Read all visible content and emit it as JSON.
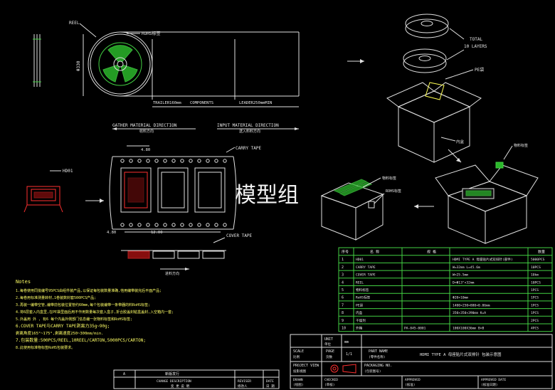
{
  "watermark": "模型组",
  "reel_view": {
    "reel_label": "REEL",
    "rohs_label": "ROHS标签",
    "diameter_label": "Φ330",
    "trailer": "TRAILER160mm",
    "components": "COMPONENTS",
    "leader": "LEADER250mmMIN"
  },
  "directions": {
    "gather": "GATHER MATERIAL DIRECTION",
    "gather_cn": "收料方向",
    "input": "INPUT MATERIAL DIRECTION",
    "input_cn": "送入料料方向"
  },
  "tape_view": {
    "carry_tape": "CARRY TAPE",
    "cover_tape": "COVER TAPE",
    "part_label": "HD01",
    "dim_top": "4.80",
    "dim_left": "4.80",
    "dim_mid": "12.00",
    "feed_label": "进料方向"
  },
  "packing": {
    "total_layers": "TOTAL\n10 LAYERS",
    "total_line1": "TOTAL",
    "total_line2": "10 LAYERS",
    "pe_bag": "PE袋",
    "inner_box": "内盒",
    "label_a": "物料标签",
    "label_b": "ROHS标签",
    "outer_label": "外箱"
  },
  "notes": {
    "title": "Notes",
    "lines": [
      "1.每卷使用同批编号95PCS由组件装产品,以保证每包装数量准确,他用编带装完后平面产品;",
      "2.每卷用标准测量转材,1卷装数封套500PCS产品;",
      "3.再装一编带空管,编带前包装位置管约60mm,每个包装编带一条带器的料RoHS标签;",
      "4.将6层套入内盒里,在PE袋里面后用不作用数量每次套入盒子,折合胶盖封粘盒盖封,入空箱内一套;",
      "5.外盖用 外 , 有6 每个内盖外侧部门信息编一张物料标签和RoHS标签;",
      "6.COVER TAPE与CARRY TAPE剥离力35g~90g;",
      "  剥离角度165°~175°,剥离速度250~300mm/min.",
      "7.包装数量:500PCS/REEL,10REEL/CARTON,5000PCS/CARTON;",
      "8.此使用标准物标签RoHS包装要求。"
    ]
  },
  "bom": {
    "headers": [
      "序号",
      "名 称",
      "规 格",
      "数量"
    ],
    "rows": [
      [
        "1",
        "HD01",
        "HDMI TYPE A 母座贴片式双排针(部件)",
        "5000PCS"
      ],
      [
        "2",
        "CARRY TAPE",
        "W=32mm L=45.6m",
        "10PCS"
      ],
      [
        "3",
        "COVER TAPE",
        "W=25.5mm",
        "10km"
      ],
      [
        "4",
        "REEL",
        "D=Φ13\"×32mm",
        "10PCS"
      ],
      [
        "5",
        "物料标签",
        "",
        "1PCS"
      ],
      [
        "6",
        "RoHS标签",
        "Φ20×10mm",
        "1PCS"
      ],
      [
        "7",
        "PE袋",
        "1400×250×880×0.06mm",
        "1PCS"
      ],
      [
        "8",
        "内盒",
        "350×350×390mm K=A",
        "1PCS"
      ],
      [
        "9",
        "干燥剂",
        "",
        "2PCS"
      ],
      [
        "10",
        "外箱",
        "PA-845-0001",
        "100X100X36mm B=B",
        "4PCS"
      ]
    ]
  },
  "title_block": {
    "unit": "UNIT",
    "unit_cn": "单位",
    "unit_value": "mm",
    "scale": "SCALE",
    "scale_cn": "比例",
    "page": "PAGE",
    "page_cn": "页数",
    "page_value": "1/1",
    "part_name": "PART NAME",
    "part_name_cn": "(零件名称)",
    "part_value": "HDMI TYPE A 母座贴片式双排针 包装示意图",
    "project_view": "PROJECT VIEW",
    "project_cn": "投影视图",
    "packing_no": "PACKAGING NO.",
    "packing_no_cn": "(包装图号)",
    "drawn": "DRAWN",
    "drawn_cn": "(绘图)",
    "checked": "CHECKED",
    "checked_cn": "(审核)",
    "approved": "APPROVED",
    "approved_cn": "(核准)",
    "approved_date": "APPROVED DATE",
    "approved_date_cn": "(核准日期)"
  },
  "revision": {
    "col_a": "A",
    "col_desc": "CHANGE DESCRIPTION",
    "col_desc_cn": "变 更 说 明",
    "col_rev": "REVISER",
    "col_rev_cn": "修改人",
    "col_date": "DATE",
    "col_date_cn": "日 期",
    "desc": "新版发行"
  }
}
